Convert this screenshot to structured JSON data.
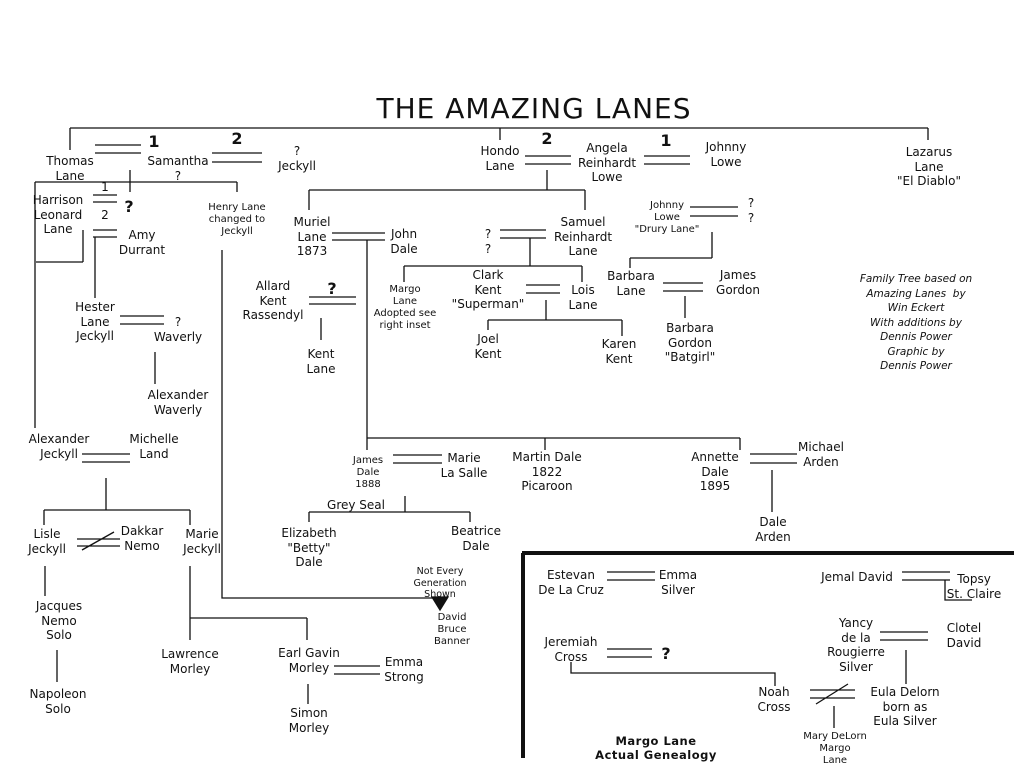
{
  "title": "THE AMAZING LANES",
  "people": {
    "thomas": "Thomas\nLane",
    "samantha": "Samantha\n?",
    "jeckyll_q": "?\nJeckyll",
    "hondo": "Hondo\nLane",
    "angela": "Angela\nReinhardt\nLowe",
    "johnny": "Johnny\nLowe",
    "lazarus": "Lazarus\nLane\n\"El Diablo\"",
    "harrison": "Harrison\nLeonard\nLane",
    "amy": "Amy\nDurrant",
    "henry": "Henry Lane\nchanged to\nJeckyll",
    "muriel": "Muriel\nLane\n1873",
    "john_dale": "John\nDale",
    "samuel": "Samuel\nReinhardt\nLane",
    "q_pair": "?\n?",
    "johnny_drury": "Johnny\nLowe\n\"Drury Lane\"",
    "q_pair2": "?\n?",
    "allard": "Allard\nKent\nRassendyl",
    "margo": "Margo\nLane\nAdopted see\nright inset",
    "clark": "Clark\nKent\n\"Superman\"",
    "lois": "Lois\nLane",
    "barbara_lane": "Barbara\nLane",
    "james_gordon": "James\nGordon",
    "barbara_gordon": "Barbara\nGordon\n\"Batgirl\"",
    "hester": "Hester\nLane\nJeckyll",
    "waverly": "?\nWaverly",
    "kent_lane": "Kent\nLane",
    "joel": "Joel\nKent",
    "karen": "Karen\nKent",
    "alexander_waverly": "Alexander\nWaverly",
    "alexander_jeckyll": "Alexander\nJeckyll",
    "michelle": "Michelle\nLand",
    "james_dale": "James\nDale\n1888",
    "marie_lasalle": "Marie\nLa Salle",
    "martin": "Martin Dale\n1822\nPicaroon",
    "annette": "Annette\nDale\n1895",
    "michael": "Michael\nArden",
    "grey_seal": "Grey Seal",
    "elizabeth": "Elizabeth\n\"Betty\"\nDale",
    "beatrice": "Beatrice\nDale",
    "dale_arden": "Dale\nArden",
    "lisle": "Lisle\nJeckyll",
    "dakkar": "Dakkar\nNemo",
    "marie_jeckyll": "Marie\nJeckyll",
    "not_every": "Not Every\nGeneration\nShown",
    "david_banner": "David\nBruce\nBanner",
    "jacques": "Jacques\nNemo\nSolo",
    "lawrence": "Lawrence\nMorley",
    "earl": "Earl Gavin\nMorley",
    "emma_strong": "Emma\nStrong",
    "simon": "Simon\nMorley",
    "napoleon": "Napoleon\nSolo"
  },
  "marks": {
    "one": "1",
    "two": "2",
    "q": "?"
  },
  "credits": "Family Tree based on\nAmazing Lanes  by\nWin Eckert\nWith additions by\nDennis Power\nGraphic by\nDennis Power",
  "inset": {
    "estevan": "Estevan\nDe La Cruz",
    "emma_silver": "Emma\nSilver",
    "jemal": "Jemal David",
    "topsy": "Topsy\nSt. Claire",
    "yancy": "Yancy\nde la\nRougierre\nSilver",
    "clotel": "Clotel\nDavid",
    "jeremiah": "Jeremiah\nCross",
    "noah": "Noah\nCross",
    "eula": "Eula Delorn\nborn as\nEula Silver",
    "mary": "Mary DeLorn\nMargo\nLane",
    "caption": "Margo Lane\nActual Genealogy"
  }
}
